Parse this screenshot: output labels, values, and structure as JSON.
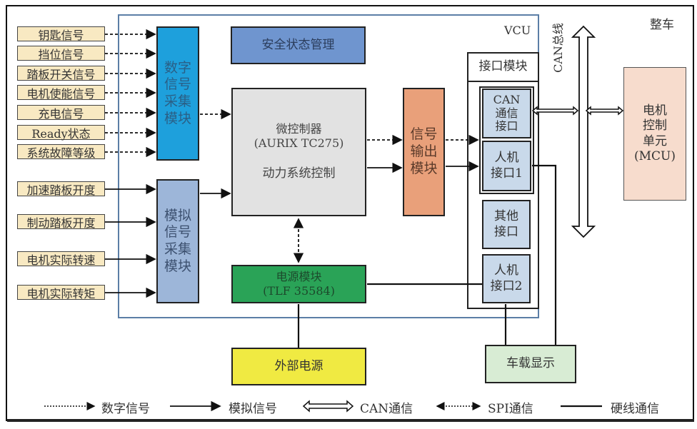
{
  "frame": {
    "vehicle_label": "整车",
    "vcu_label": "VCU",
    "can_bus_label": "CAN总线"
  },
  "digital_inputs": [
    "钥匙信号",
    "挡位信号",
    "踏板开关信号",
    "电机使能信号",
    "充电信号",
    "Ready状态",
    "系统故障等级"
  ],
  "analog_inputs": [
    "加速踏板开度",
    "制动踏板开度",
    "电机实际转速",
    "电机实际转矩"
  ],
  "modules": {
    "digital_acq": [
      "数字",
      "信号",
      "采集",
      "模块"
    ],
    "analog_acq": [
      "模拟",
      "信号",
      "采集",
      "模块"
    ],
    "safety": "安全状态管理",
    "mcu_line1": "微控制器",
    "mcu_line2": "(AURIX TC275)",
    "mcu_line3": "动力系统控制",
    "signal_out": [
      "信号",
      "输出",
      "模块"
    ],
    "power_line1": "电源模块",
    "power_line2": "(TLF 35584)",
    "ext_power": "外部电源",
    "display": "车载显示",
    "interface_title": "接口模块",
    "can_if": [
      "CAN",
      "通信",
      "接口"
    ],
    "hmi1": [
      "人机",
      "接口1"
    ],
    "other_if": [
      "其他",
      "接口"
    ],
    "hmi2": [
      "人机",
      "接口2"
    ],
    "motor_ctrl": [
      "电机",
      "控制",
      "单元",
      "(MCU)"
    ]
  },
  "legend": {
    "digital": "数字信号",
    "analog": "模拟信号",
    "can": "CAN通信",
    "spi": "SPI通信",
    "hardwire": "硬线通信"
  },
  "colors": {
    "input_fill": "#f8e9c2",
    "digital_acq": "#1ea0dc",
    "analog_acq": "#9db6d9",
    "safety": "#6f95cf",
    "mcu": "#e2e2e2",
    "signal_out": "#e9a07a",
    "power": "#2aa357",
    "ext_power": "#f0ea42",
    "display": "#d8ecd4",
    "interface_sub": "#c9d9ea",
    "motor_ctrl": "#f7dccd",
    "vcu_border": "#5b7ea6"
  }
}
